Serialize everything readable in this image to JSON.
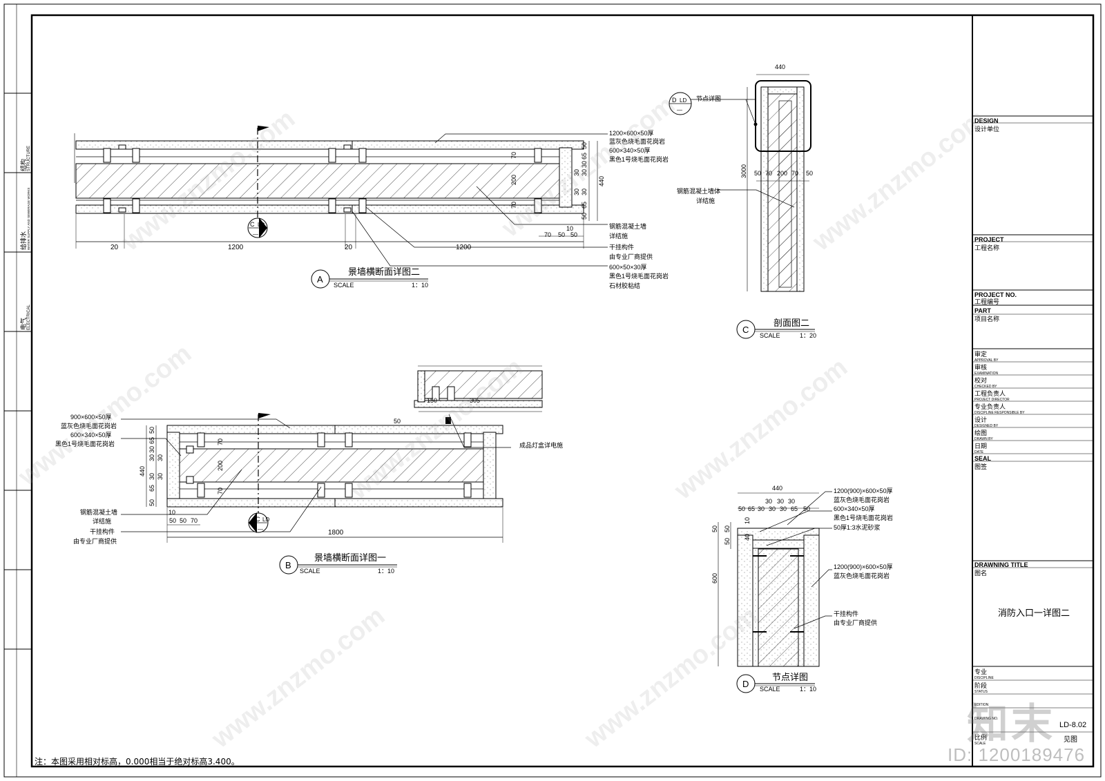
{
  "left_strip": {
    "struct_zh": "结构",
    "struct_en": "STRUCTURE",
    "water_zh": "给排水",
    "water_en": "WATER SUPPLY AND SEWERAGE WORKS",
    "elec_zh": "电气",
    "elec_en": "ELECTRICAL"
  },
  "title_block": {
    "design_en": "DESIGN",
    "design_zh": "设计单位",
    "project_en": "PROJECT",
    "project_zh": "工程名称",
    "project_no_en": "PROJECT NO.",
    "project_no_zh": "工程编号",
    "part_en": "PART",
    "part_zh": "项目名称",
    "approval_zh": "审定",
    "approval_en": "APPROVAL BY",
    "exam_zh": "审核",
    "exam_en": "EXAMINATION",
    "checked_zh": "校对",
    "checked_en": "CHECKED BY",
    "director_zh": "工程负责人",
    "director_en": "PROJECT DIRECTOR",
    "discipline_resp_zh": "专业负责人",
    "discipline_resp_en": "DISCIPLINE RESPONSIBLE BY",
    "designed_zh": "设计",
    "designed_en": "DESIGNED BY",
    "drawn_zh": "绘图",
    "drawn_en": "DRAWN BY",
    "date_zh": "日期",
    "date_en": "DATE",
    "seal_en": "SEAL",
    "seal_zh": "图签",
    "title_en": "DRAWNING TITLE",
    "title_zh": "图名",
    "drawing_name": "消防入口一详图二",
    "discipline_zh": "专业",
    "discipline_en": "DISCIPLINE",
    "status_zh": "阶段",
    "status_en": "STATUS",
    "edition_en": "EDITION",
    "drawing_no_en": "DRAWING NO.",
    "drawing_no": "LD-8.02",
    "scale_zh": "比例",
    "scale_en": "SCALE",
    "scale_value": "见图"
  },
  "note": "注：本图采用相对标高，0.000相当于绝对标高3.400。",
  "detail_a": {
    "tag": "A",
    "title": "景墙横断面详图二",
    "scale_label": "SCALE",
    "scale": "1：10",
    "dims_bottom": [
      "20",
      "1200",
      "20",
      "1200"
    ],
    "dims_right_small": [
      "70",
      "50",
      "50"
    ],
    "dims_vertical": [
      "50",
      "65",
      "30",
      "30",
      "30",
      "200",
      "30",
      "30",
      "65",
      "50",
      "440",
      "70",
      "70",
      "10"
    ],
    "notes": [
      "1200×600×50厚",
      "蓝灰色烧毛面花岗岩",
      "600×340×50厚",
      "黑色1号烧毛面花岗岩",
      "钢筋混凝土墙",
      "详结施",
      "干挂构件",
      "由专业厂商提供",
      "600×50×30厚",
      "黑色1号烧毛面花岗岩",
      "石材胶粘结"
    ]
  },
  "detail_b": {
    "tag": "B",
    "title": "景墙横断面详图一",
    "scale_label": "SCALE",
    "scale": "1：10",
    "dims_bottom": [
      "50",
      "50",
      "70",
      "1800"
    ],
    "dims_top": [
      "150",
      "305",
      "50"
    ],
    "dims_vertical": [
      "50",
      "65",
      "30",
      "30",
      "30",
      "200",
      "30",
      "30",
      "65",
      "50",
      "440",
      "70",
      "70",
      "10"
    ],
    "notes_left": [
      "900×600×50厚",
      "蓝灰色烧毛面花岗岩",
      "600×340×50厚",
      "黑色1号烧毛面花岗岩",
      "钢筋混凝土墙",
      "详结施",
      "干挂构件",
      "由专业厂商提供"
    ],
    "note_right": "成品灯盒详电施"
  },
  "detail_c": {
    "tag": "C",
    "title": "剖面图二",
    "scale_label": "SCALE",
    "scale": "1：20",
    "dim_top": "440",
    "dim_height": "3000",
    "dims_row": [
      "50",
      "70",
      "200",
      "70",
      "50"
    ],
    "callout_label": "节点详图",
    "notes": [
      "钢筋混凝土墙体",
      "详结施"
    ]
  },
  "detail_d": {
    "tag": "D",
    "title": "节点详图",
    "scale_label": "SCALE",
    "scale": "1：10",
    "dim_top": "440",
    "dims_row1": [
      "30",
      "30",
      "30"
    ],
    "dims_row2": [
      "50",
      "65",
      "30",
      "30",
      "30",
      "65",
      "50"
    ],
    "dims_left": [
      "50",
      "50",
      "50",
      "600"
    ],
    "dims_small": [
      "40",
      "10"
    ],
    "notes": [
      "1200(900)×600×50厚",
      "蓝灰色烧毛面花岗岩",
      "600×340×50厚",
      "黑色1号烧毛面花岗岩",
      "50厚1:3水泥砂浆",
      "1200(900)×600×50厚",
      "蓝灰色烧毛面花岗岩",
      "干挂构件",
      "由专业厂商提供"
    ]
  },
  "section_marker": {
    "letter": "C",
    "sheet": "LD",
    "dash": "—"
  },
  "callout_marker": {
    "letter": "D",
    "sheet": "LD",
    "dash": "—"
  },
  "watermark": {
    "text": "www.znzmo.com",
    "logo": "知末",
    "id": "ID: 1200189476"
  }
}
